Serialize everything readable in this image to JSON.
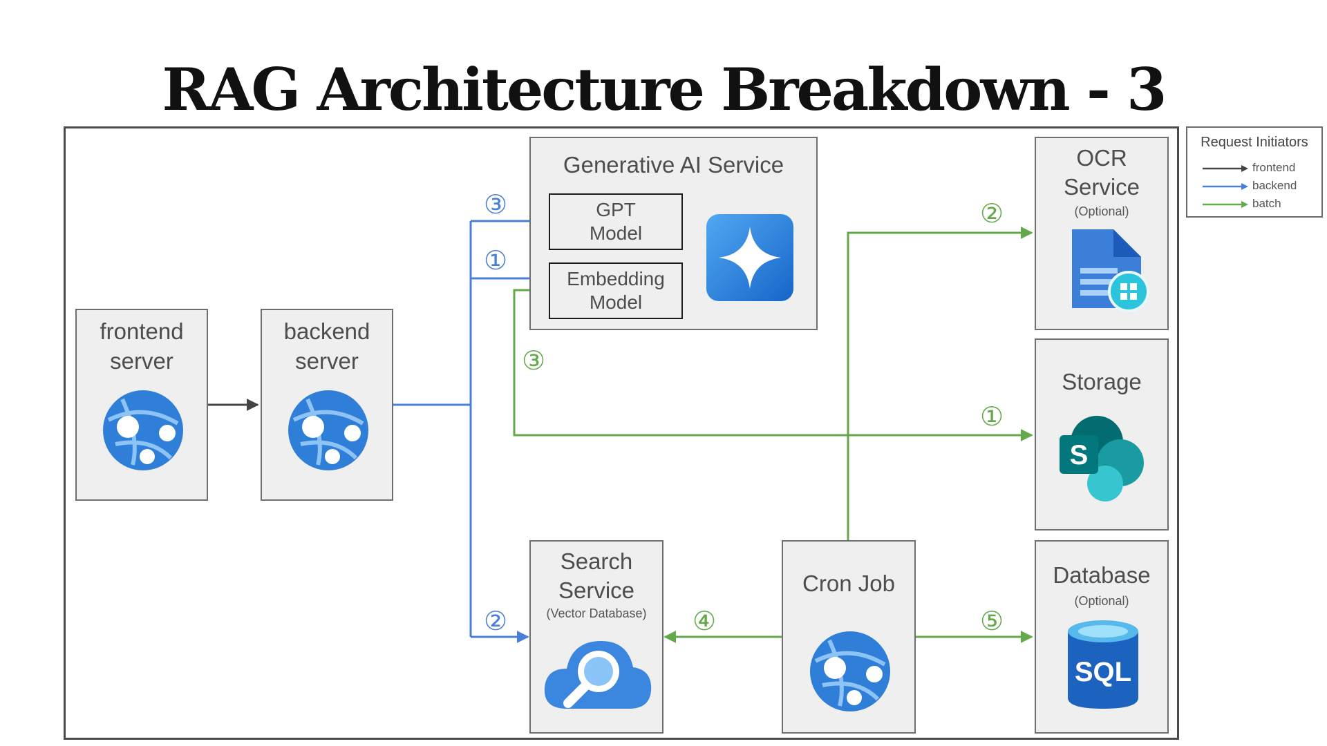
{
  "title": "RAG Architecture Breakdown - 3",
  "nodes": {
    "frontend": {
      "label": "frontend\nserver"
    },
    "backend": {
      "label": "backend\nserver"
    },
    "genai": {
      "label": "Generative AI Service",
      "gpt": "GPT\nModel",
      "embedding": "Embedding\nModel"
    },
    "ocr": {
      "label": "OCR\nService",
      "sub": "(Optional)"
    },
    "storage": {
      "label": "Storage"
    },
    "search": {
      "label": "Search\nService",
      "sub": "(Vector Database)"
    },
    "cron": {
      "label": "Cron Job"
    },
    "database": {
      "label": "Database",
      "sub": "(Optional)",
      "icon_text": "SQL"
    }
  },
  "icons": {
    "frontend": "app-service-globe-icon",
    "backend": "app-service-globe-icon",
    "genai": "ai-sparkle-icon",
    "ocr": "document-intelligence-icon",
    "storage": "sharepoint-icon",
    "search": "cloud-search-icon",
    "cron": "app-service-globe-icon",
    "database": "sql-database-icon"
  },
  "step_labels": {
    "blue_gpt": "③",
    "blue_embedding": "①",
    "blue_search": "②",
    "green_embedding": "③",
    "green_ocr": "②",
    "green_storage": "①",
    "green_search": "④",
    "green_database": "⑤"
  },
  "legend": {
    "title": "Request Initiators",
    "items": [
      {
        "label": "frontend",
        "color": "#444444"
      },
      {
        "label": "backend",
        "color": "#4a7fd6"
      },
      {
        "label": "batch",
        "color": "#63a84a"
      }
    ]
  },
  "colors": {
    "frontend": "#444444",
    "backend": "#4a7fd6",
    "batch": "#63a84a"
  }
}
